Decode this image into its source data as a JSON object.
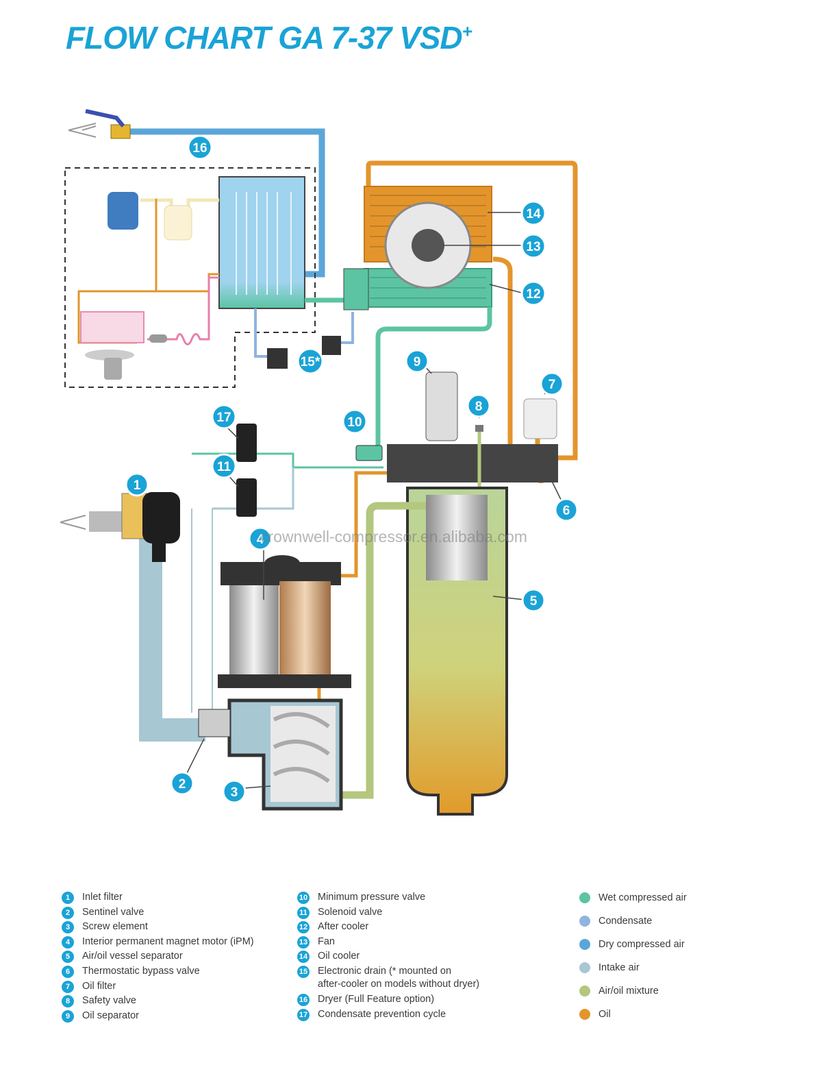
{
  "title": {
    "main": "FLOW CHART GA 7-37 VSD",
    "sup": "+"
  },
  "watermark": "crownwell-compressor.en.alibaba.com",
  "callouts": {
    "c1": "1",
    "c2": "2",
    "c3": "3",
    "c4": "4",
    "c5": "5",
    "c6": "6",
    "c7": "7",
    "c8": "8",
    "c9": "9",
    "c10": "10",
    "c11": "11",
    "c12": "12",
    "c13": "13",
    "c14": "14",
    "c15": "15*",
    "c16": "16",
    "c17": "17"
  },
  "legend": {
    "items": [
      {
        "num": "1",
        "label": "Inlet filter"
      },
      {
        "num": "2",
        "label": "Sentinel valve"
      },
      {
        "num": "3",
        "label": "Screw element"
      },
      {
        "num": "4",
        "label": "Interior permanent magnet motor (iPM)"
      },
      {
        "num": "5",
        "label": "Air/oil vessel separator"
      },
      {
        "num": "6",
        "label": "Thermostatic bypass valve"
      },
      {
        "num": "7",
        "label": "Oil filter"
      },
      {
        "num": "8",
        "label": "Safety valve"
      },
      {
        "num": "9",
        "label": "Oil separator"
      },
      {
        "num": "10",
        "label": "Minimum pressure valve"
      },
      {
        "num": "11",
        "label": "Solenoid valve"
      },
      {
        "num": "12",
        "label": "After cooler"
      },
      {
        "num": "13",
        "label": "Fan"
      },
      {
        "num": "14",
        "label": "Oil cooler"
      },
      {
        "num": "15",
        "label": "Electronic drain (* mounted on",
        "label2": "after-cooler on models without dryer)"
      },
      {
        "num": "16",
        "label": "Dryer (Full Feature option)"
      },
      {
        "num": "17",
        "label": "Condensate prevention cycle"
      }
    ],
    "media": [
      {
        "label": "Wet compressed air",
        "color": "#5cc4a2"
      },
      {
        "label": "Condensate",
        "color": "#8fb4e0"
      },
      {
        "label": "Dry compressed air",
        "color": "#5aa6d8"
      },
      {
        "label": "Intake air",
        "color": "#a7c7d3"
      },
      {
        "label": "Air/oil mixture",
        "color": "#b3c77e"
      },
      {
        "label": "Oil",
        "color": "#e3952c"
      }
    ]
  },
  "colors": {
    "accent": "#1aa3d6",
    "oil": "#e3952c",
    "wet_air": "#5cc4a2",
    "dry_air": "#5aa6d8",
    "intake_air": "#a7c7d3",
    "air_oil": "#b3c77e",
    "condensate": "#8fb4e0"
  }
}
